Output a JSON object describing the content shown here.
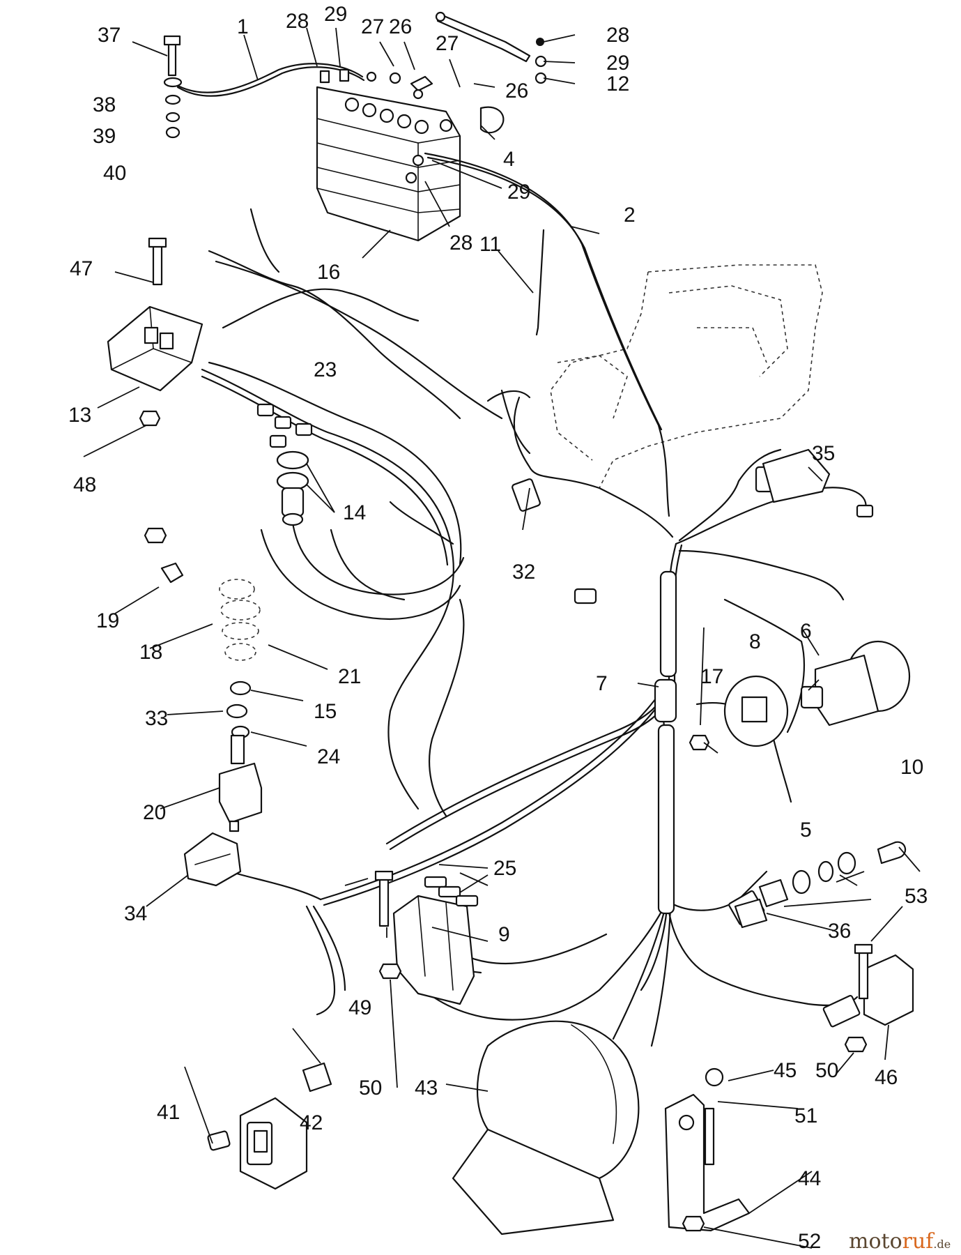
{
  "callouts": [
    {
      "id": "c1",
      "text": "1"
    },
    {
      "id": "c2",
      "text": "2"
    },
    {
      "id": "c4",
      "text": "4"
    },
    {
      "id": "c5",
      "text": "5"
    },
    {
      "id": "c6",
      "text": "6"
    },
    {
      "id": "c7",
      "text": "7"
    },
    {
      "id": "c8",
      "text": "8"
    },
    {
      "id": "c9",
      "text": "9"
    },
    {
      "id": "c10",
      "text": "10"
    },
    {
      "id": "c11",
      "text": "11"
    },
    {
      "id": "c12",
      "text": "12"
    },
    {
      "id": "c13",
      "text": "13"
    },
    {
      "id": "c14",
      "text": "14"
    },
    {
      "id": "c15",
      "text": "15"
    },
    {
      "id": "c16",
      "text": "16"
    },
    {
      "id": "c17",
      "text": "17"
    },
    {
      "id": "c18",
      "text": "18"
    },
    {
      "id": "c19",
      "text": "19"
    },
    {
      "id": "c20",
      "text": "20"
    },
    {
      "id": "c21",
      "text": "21"
    },
    {
      "id": "c23",
      "text": "23"
    },
    {
      "id": "c24",
      "text": "24"
    },
    {
      "id": "c25",
      "text": "25"
    },
    {
      "id": "c26a",
      "text": "26"
    },
    {
      "id": "c26b",
      "text": "26"
    },
    {
      "id": "c27a",
      "text": "27"
    },
    {
      "id": "c27b",
      "text": "27"
    },
    {
      "id": "c28a",
      "text": "28"
    },
    {
      "id": "c28b",
      "text": "28"
    },
    {
      "id": "c28c",
      "text": "28"
    },
    {
      "id": "c29a",
      "text": "29"
    },
    {
      "id": "c29b",
      "text": "29"
    },
    {
      "id": "c29c",
      "text": "29"
    },
    {
      "id": "c32",
      "text": "32"
    },
    {
      "id": "c33",
      "text": "33"
    },
    {
      "id": "c34",
      "text": "34"
    },
    {
      "id": "c35",
      "text": "35"
    },
    {
      "id": "c36",
      "text": "36"
    },
    {
      "id": "c37",
      "text": "37"
    },
    {
      "id": "c38",
      "text": "38"
    },
    {
      "id": "c39",
      "text": "39"
    },
    {
      "id": "c40",
      "text": "40"
    },
    {
      "id": "c41",
      "text": "41"
    },
    {
      "id": "c42",
      "text": "42"
    },
    {
      "id": "c43",
      "text": "43"
    },
    {
      "id": "c44",
      "text": "44"
    },
    {
      "id": "c45",
      "text": "45"
    },
    {
      "id": "c46",
      "text": "46"
    },
    {
      "id": "c47",
      "text": "47"
    },
    {
      "id": "c48",
      "text": "48"
    },
    {
      "id": "c49",
      "text": "49"
    },
    {
      "id": "c50a",
      "text": "50"
    },
    {
      "id": "c50b",
      "text": "50"
    },
    {
      "id": "c51",
      "text": "51"
    },
    {
      "id": "c52",
      "text": "52"
    },
    {
      "id": "c53",
      "text": "53"
    }
  ],
  "watermark": {
    "part1": "moto",
    "part2": "ruf",
    "part3": ".de"
  }
}
